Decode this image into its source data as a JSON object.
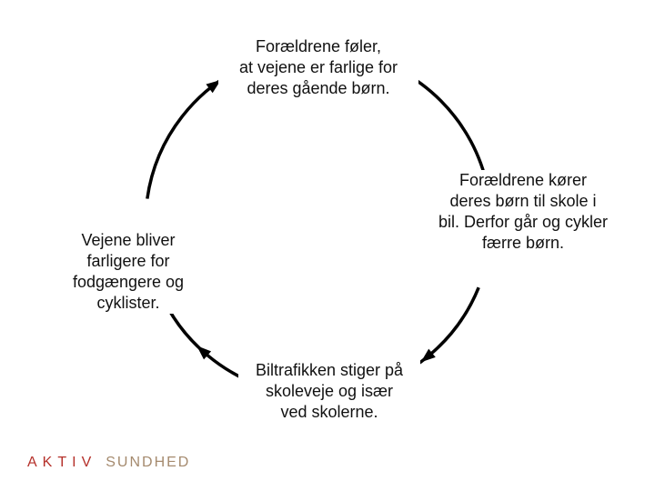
{
  "diagram": {
    "nodes": [
      {
        "id": "top",
        "text": "Forældrene føler,\nat vejene er farlige for\nderes gående børn."
      },
      {
        "id": "right",
        "text": "Forældrene kører\nderes børn til skole i\nbil. Derfor går og cykler\nfærre børn."
      },
      {
        "id": "bottom",
        "text": "Biltrafikken stiger på\nskoleveje og især\nved skolerne."
      },
      {
        "id": "left",
        "text": "Vejene bliver\nfarligere for\nfodgængere og\ncyklister."
      }
    ],
    "edges": [
      {
        "from": "top",
        "to": "right"
      },
      {
        "from": "right",
        "to": "bottom"
      },
      {
        "from": "bottom",
        "to": "left"
      },
      {
        "from": "left",
        "to": "top"
      }
    ],
    "direction": "clockwise",
    "stroke_color": "#000000"
  },
  "logo": {
    "aktiv": "AKTIV",
    "sundhed": "SUNDHED",
    "accent_color": "#b5302a",
    "secondary_color": "#a58a6e"
  }
}
